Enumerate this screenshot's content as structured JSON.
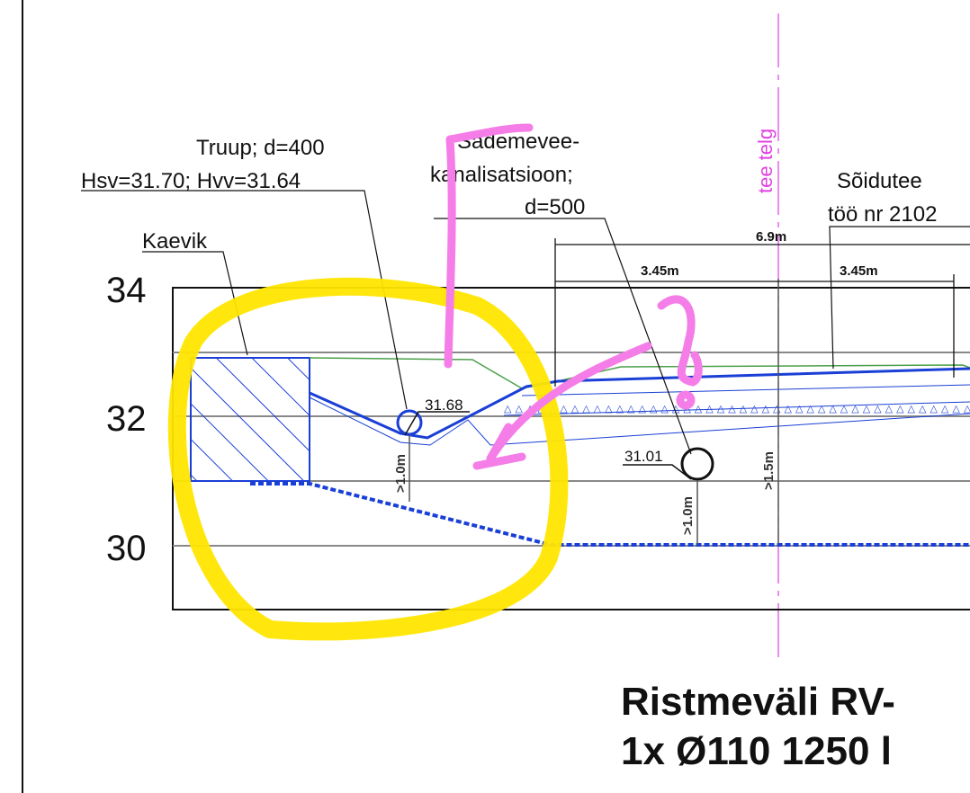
{
  "labels": {
    "culvert_line1": "Truup; d=400",
    "culvert_line2": "Hsv=31.70; Hvv=31.64",
    "trench": "Kaevik",
    "storm_line1": "Sademevee-",
    "storm_line2": "kanalisatsioon;",
    "storm_line3": "d=500",
    "road_axis": "tee telg",
    "road_line1": "Sõidutee",
    "road_line2": "töö nr 2102"
  },
  "dimensions": {
    "total_width": "6.9m",
    "left_lane": "3.45m",
    "right_lane": "3.45m",
    "culvert_cover": ">1.0m",
    "storm_cover": ">1.0m",
    "axis_depth": ">1.5m"
  },
  "elevations": {
    "culvert": "31.68",
    "storm_pipe": "31.01"
  },
  "y_axis": [
    "34",
    "32",
    "30"
  ],
  "title": {
    "line1": "Ristmeväli RV-",
    "line2": "1x Ø110 1250 l"
  },
  "colors": {
    "pipe_blue": "#1a3fd6",
    "ground_green": "#4aa04a",
    "highlight_yellow": "#ffe600",
    "annotation_pink": "#f57de8",
    "axis_magenta": "#e040e0"
  }
}
